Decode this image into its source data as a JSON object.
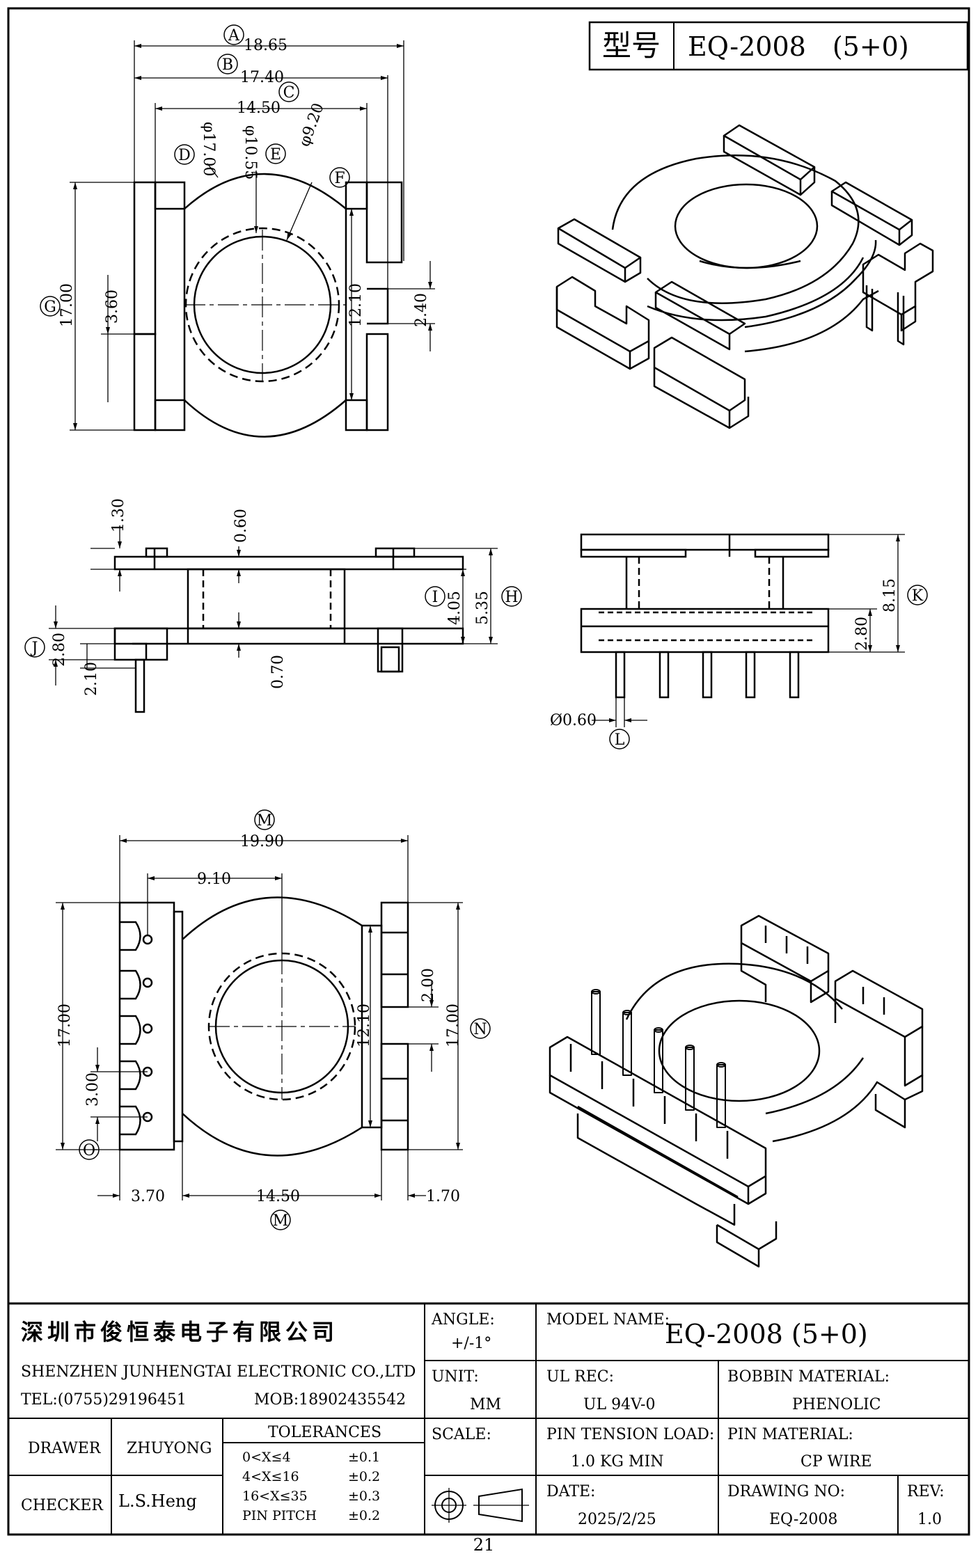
{
  "header": {
    "model_label": "型号",
    "model_value": "EQ-2008　(5+0)"
  },
  "top_view": {
    "dims": {
      "A": "18.65",
      "B": "17.40",
      "C": "14.50",
      "D": "φ17.00",
      "E": "φ10.55",
      "F": "φ9.20",
      "G": "17.00",
      "h360": "3.60",
      "h1210": "12.10",
      "h240": "2.40"
    },
    "labels": [
      "A",
      "B",
      "C",
      "D",
      "E",
      "F",
      "G"
    ]
  },
  "side_view": {
    "dims": {
      "d130": "1.30",
      "d060": "0.60",
      "I": "4.05",
      "H": "5.35",
      "J": "2.80",
      "d210": "2.10",
      "d070": "0.70"
    },
    "labels": [
      "I",
      "H",
      "J"
    ]
  },
  "front_view": {
    "dims": {
      "K": "8.15",
      "d280": "2.80",
      "L": "Ø0.60"
    },
    "labels": [
      "K",
      "L"
    ]
  },
  "bottom_view": {
    "dims": {
      "M": "19.90",
      "d910": "9.10",
      "left17": "17.00",
      "d300": "3.00",
      "d200": "2.00",
      "d1210": "12.10",
      "N": "17.00",
      "d370": "3.70",
      "d1450": "14.50",
      "d170": "1.70"
    },
    "labels": [
      "M",
      "N",
      "O",
      "M"
    ]
  },
  "title_block": {
    "company_cn": "深圳市俊恒泰电子有限公司",
    "company_en": "SHENZHEN JUNHENGTAI ELECTRONIC CO.,LTD",
    "tel": "TEL:(0755)29196451",
    "mob": "MOB:18902435542",
    "angle_label": "ANGLE:",
    "angle_value": "+/-1°",
    "model_name_label": "MODEL NAME:",
    "model_name_value": "EQ-2008 (5+0)",
    "unit_label": "UNIT:",
    "unit_value": "MM",
    "ul_label": "UL REC:",
    "ul_value": "UL 94V-0",
    "bobbin_label": "BOBBIN MATERIAL:",
    "bobbin_value": "PHENOLIC",
    "drawer_label": "DRAWER",
    "drawer_value": "ZHUYONG",
    "tolerances_label": "TOLERANCES",
    "tolerances": [
      {
        "range": "0<X≤4",
        "tol": "±0.1"
      },
      {
        "range": "4<X≤16",
        "tol": "±0.2"
      },
      {
        "range": "16<X≤35",
        "tol": "±0.3"
      },
      {
        "range": "PIN PITCH",
        "tol": "±0.2"
      }
    ],
    "scale_label": "SCALE:",
    "pin_tension_label": "PIN TENSION LOAD:",
    "pin_tension_value": "1.0 KG MIN",
    "pin_material_label": "PIN MATERIAL:",
    "pin_material_value": "CP WIRE",
    "checker_label": "CHECKER",
    "checker_value": "L.S.Heng",
    "date_label": "DATE:",
    "date_value": "2025/2/25",
    "drawing_no_label": "DRAWING NO:",
    "drawing_no_value": "EQ-2008",
    "rev_label": "REV:",
    "rev_value": "1.0"
  },
  "page_number": "21"
}
